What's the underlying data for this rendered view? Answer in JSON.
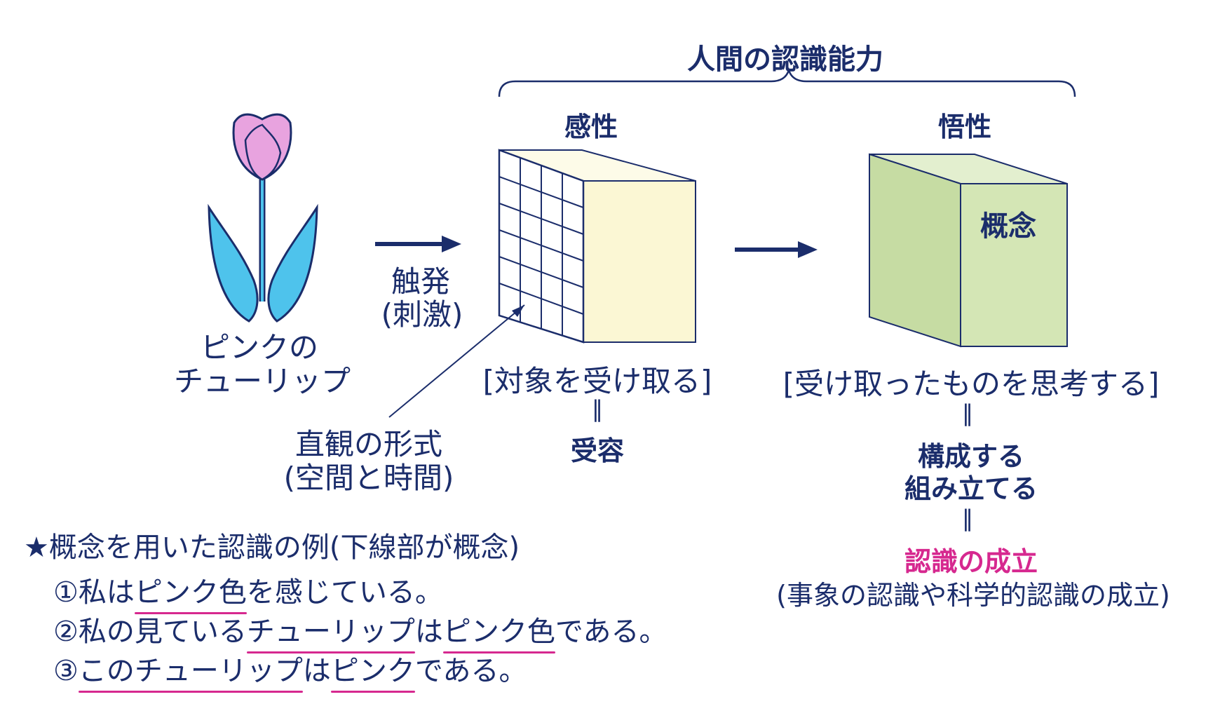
{
  "header": {
    "title": "人間の認識能力"
  },
  "sensibility": {
    "title": "感性",
    "caption": "[対象を受け取る]",
    "equals": "‖",
    "result": "受容"
  },
  "understanding": {
    "title": "悟性",
    "box_label": "概念",
    "caption": "[受け取ったものを思考する]",
    "equals1": "‖",
    "result1": "構成する",
    "result2": "組み立てる",
    "equals2": "‖",
    "result3": "認識の成立",
    "note": "(事象の認識や科学的認識の成立)"
  },
  "tulip": {
    "label1": "ピンクの",
    "label2": "チューリップ"
  },
  "arrow1": {
    "label1": "触発",
    "label2": "(刺激)"
  },
  "intuition": {
    "label1": "直観の形式",
    "label2": "(空間と時間)"
  },
  "examples": {
    "heading": "★概念を用いた認識の例(下線部が概念)",
    "ex1": {
      "num": "①",
      "a": "私は",
      "b": "ピンク色",
      "c": "を感じている。"
    },
    "ex2": {
      "num": "②",
      "a": "私の見ている",
      "b": "チューリップ",
      "c": "は",
      "d": "ピンク色",
      "e": "である。"
    },
    "ex3": {
      "num": "③",
      "a": "このチューリップ",
      "b": "は",
      "c": "ピンク",
      "d": "である。"
    }
  },
  "colors": {
    "navy": "#1b2d6b",
    "pink_accent": "#d6288f",
    "tulip_petal": "#e8a3df",
    "tulip_leaf": "#4ec3ec",
    "sensibility_box": "#fbf7d4",
    "understanding_box": "#d4e6b5"
  }
}
